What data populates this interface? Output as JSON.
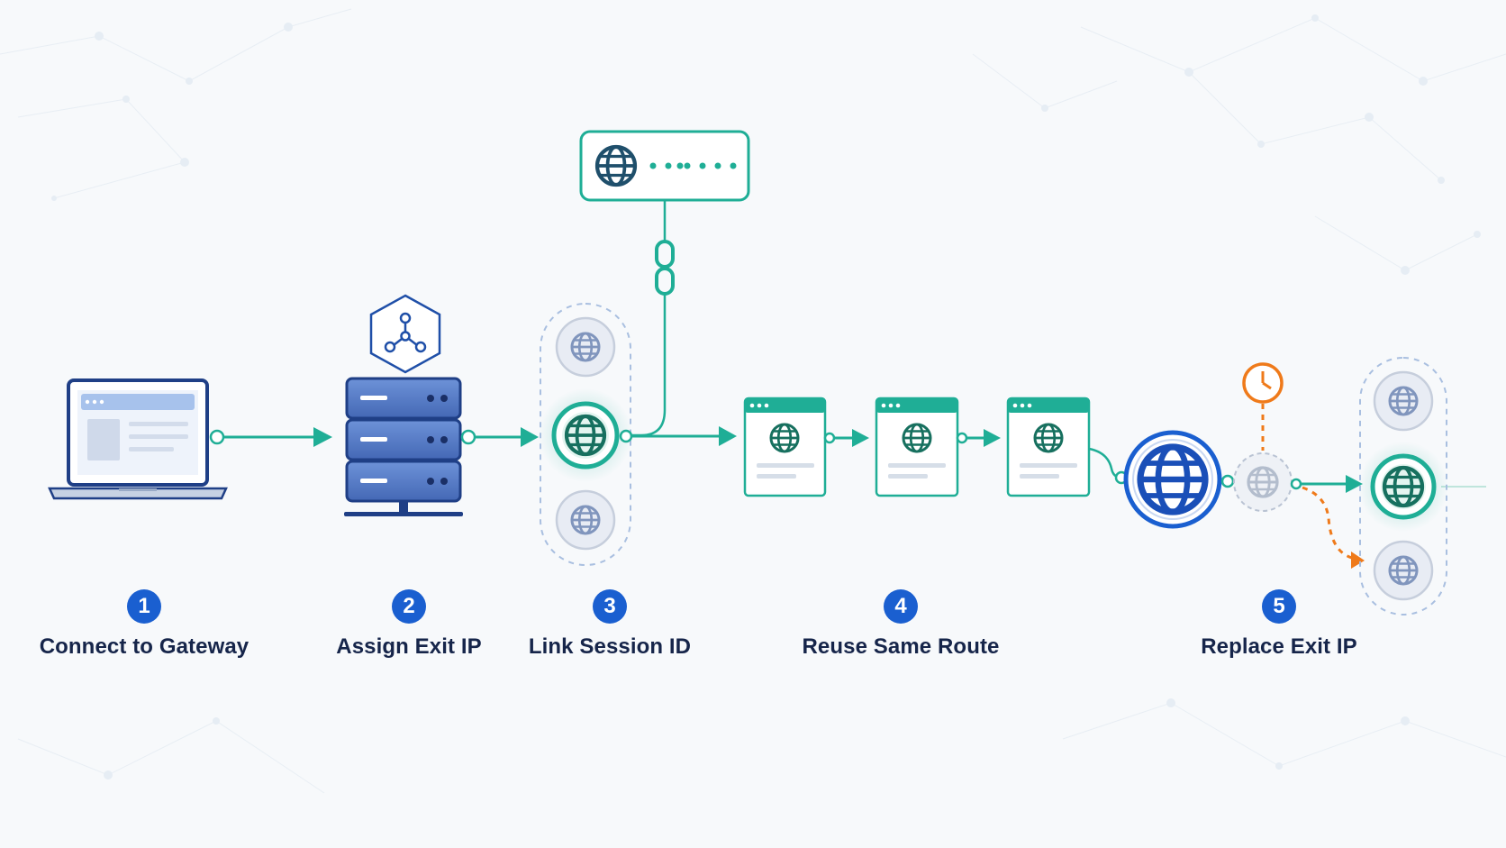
{
  "steps": [
    {
      "number": "1",
      "label": "Connect to Gateway"
    },
    {
      "number": "2",
      "label": "Assign Exit IP"
    },
    {
      "number": "3",
      "label": "Link Session ID"
    },
    {
      "number": "4",
      "label": "Reuse Same Route"
    },
    {
      "number": "5",
      "label": "Replace Exit IP"
    }
  ],
  "icons": [
    "laptop-icon",
    "server-icon",
    "network-hub-icon",
    "globe-icon",
    "chain-link-icon",
    "browser-window-icon",
    "clock-icon"
  ],
  "colors": {
    "accent_teal": "#1fae96",
    "primary_blue": "#1a5fd0",
    "server_blue": "#4f77c4",
    "warning_orange": "#ef7a1a",
    "text_dark": "#16254a",
    "background": "#f7f9fb"
  }
}
